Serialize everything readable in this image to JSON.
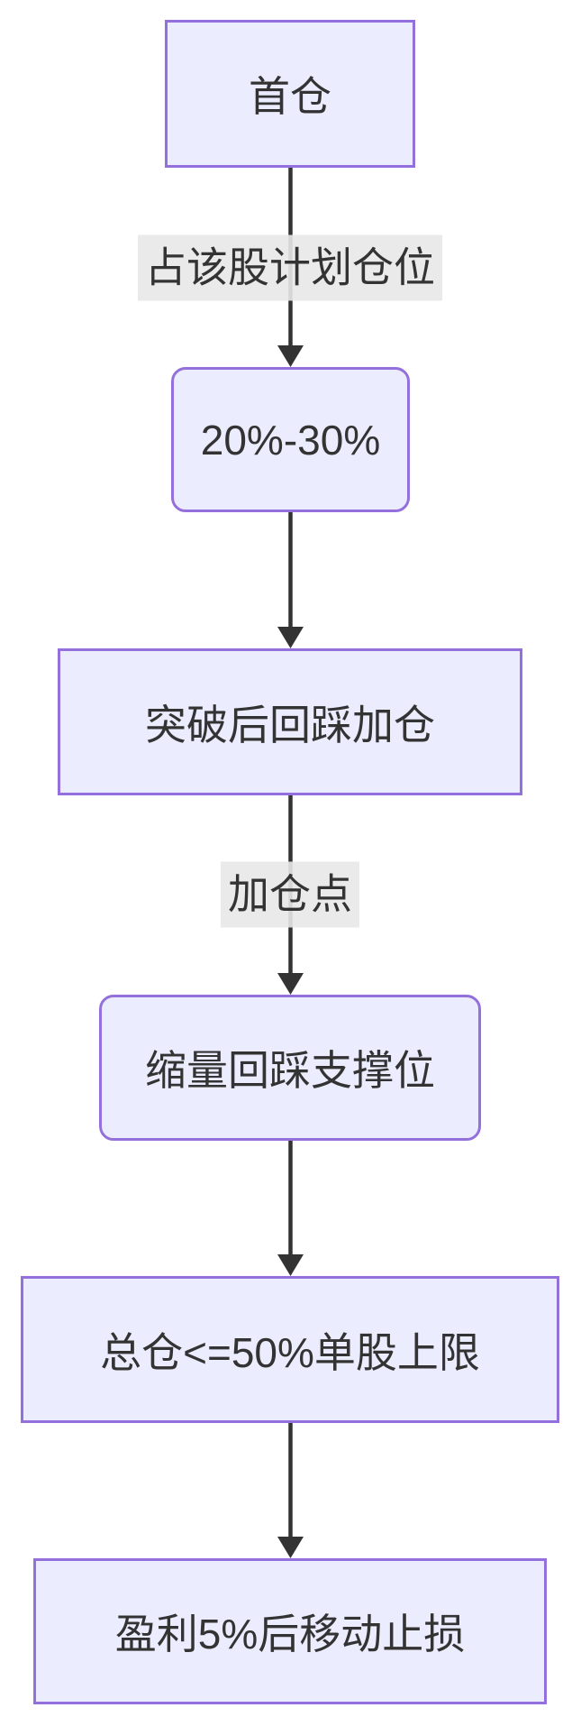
{
  "diagram": {
    "type": "flowchart",
    "direction": "top-down",
    "nodes": [
      {
        "id": "first-position",
        "label": "首仓",
        "shape": "rect"
      },
      {
        "id": "position-size",
        "label": "20%-30%",
        "shape": "rounded"
      },
      {
        "id": "breakout-pullback-add",
        "label": "突破后回踩加仓",
        "shape": "rect"
      },
      {
        "id": "volume-shrink-support",
        "label": "缩量回踩支撑位",
        "shape": "rounded"
      },
      {
        "id": "total-position-cap",
        "label": "总仓<=50%单股上限",
        "shape": "rect"
      },
      {
        "id": "trailing-stop",
        "label": "盈利5%后移动止损",
        "shape": "rect"
      }
    ],
    "edges": [
      {
        "from": "first-position",
        "to": "position-size",
        "label": "占该股计划仓位"
      },
      {
        "from": "position-size",
        "to": "breakout-pullback-add",
        "label": ""
      },
      {
        "from": "breakout-pullback-add",
        "to": "volume-shrink-support",
        "label": "加仓点"
      },
      {
        "from": "volume-shrink-support",
        "to": "total-position-cap",
        "label": ""
      },
      {
        "from": "total-position-cap",
        "to": "trailing-stop",
        "label": ""
      }
    ],
    "colors": {
      "node_fill": "#ECECFF",
      "node_border": "#9370DB",
      "text": "#333333",
      "arrow": "#333333",
      "edge_label_bg": "#E8E8E8",
      "background": "#FFFFFF"
    }
  }
}
